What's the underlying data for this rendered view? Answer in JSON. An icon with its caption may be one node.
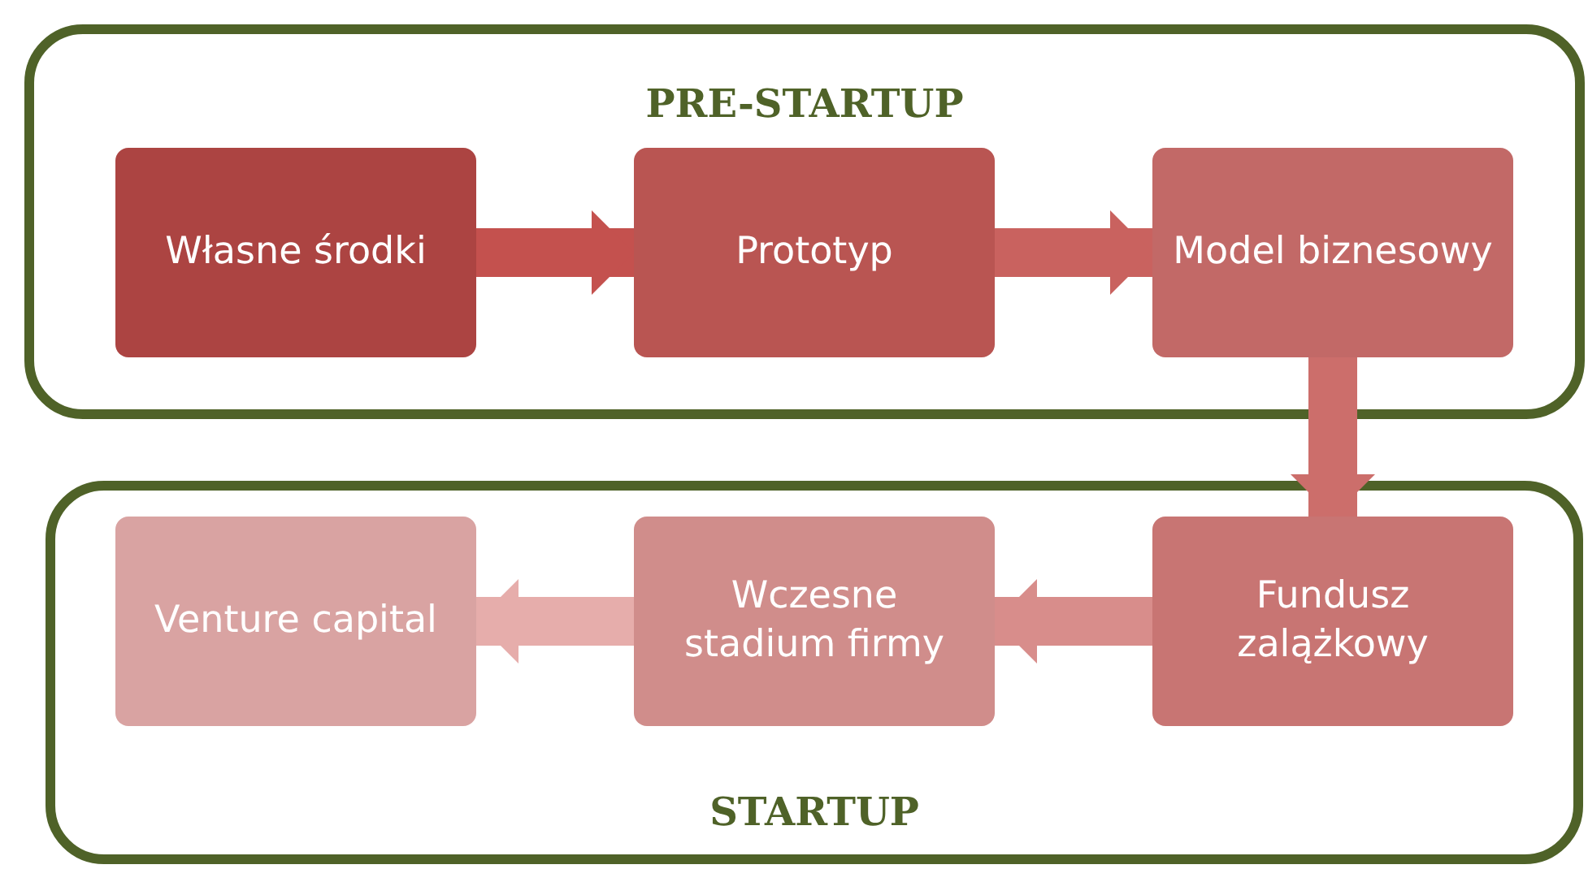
{
  "diagram": {
    "nodes": [
      {
        "text": [
          "PRE-STARTUP"
        ]
      },
      {
        "text": [
          "Własne środki"
        ],
        "in": 0
      },
      {
        "text": [
          "Prototyp"
        ],
        "in": 0
      },
      {
        "text": [
          "Model biznesowy"
        ],
        "in": 0
      },
      {
        "text": [
          "STARTUP"
        ]
      },
      {
        "text": [
          "Venture capital"
        ],
        "in": 4
      },
      {
        "text": [
          "Wczesne stadium firmy"
        ],
        "in": 4
      },
      {
        "text": [
          "Fundusz zalążkowy"
        ],
        "in": 4
      }
    ],
    "edges": [
      {
        "from": 1,
        "to": 2,
        "arrow": "to",
        "color": "#c4514e"
      },
      {
        "from": 2,
        "to": 3,
        "arrow": "to",
        "color": "#c9625f"
      },
      {
        "from": 3,
        "to": 7,
        "arrow": "to",
        "color": "#cc6e6b"
      },
      {
        "from": 7,
        "to": 6,
        "arrow": "to",
        "color": "#d88d8b"
      },
      {
        "from": 6,
        "to": 5,
        "arrow": "to",
        "color": "#e6adab"
      }
    ]
  }
}
